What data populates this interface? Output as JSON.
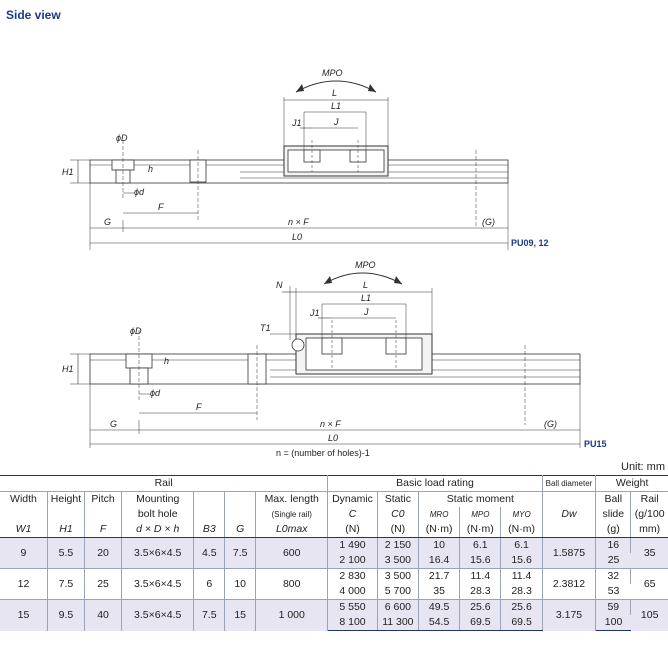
{
  "title": "Side view",
  "diagram1": {
    "tag": "PU09, 12",
    "labels": {
      "mpo": "MPO",
      "L": "L",
      "L1": "L1",
      "J1": "J1",
      "J": "J",
      "phiD": "ϕD",
      "h": "h",
      "H1": "H1",
      "phid": "ϕd",
      "F": "F",
      "G": "G",
      "nxF": "n × F",
      "G_paren": "(G)",
      "L0": "L0"
    }
  },
  "diagram2": {
    "tag": "PU15",
    "labels": {
      "mpo": "MPO",
      "N": "N",
      "L": "L",
      "L1": "L1",
      "J1": "J1",
      "J": "J",
      "T1": "T1",
      "phiD": "ϕD",
      "h": "h",
      "H1": "H1",
      "phid": "ϕd",
      "F": "F",
      "G": "G",
      "nxF": "n × F",
      "G_paren": "(G)",
      "L0": "L0",
      "note": "n = (number of holes)-1"
    }
  },
  "unit_note": "Unit: mm",
  "table": {
    "group_headers": {
      "rail": "Rail",
      "load": "Basic load rating",
      "ball_dia": "Ball diameter",
      "weight": "Weight"
    },
    "col_headers": {
      "width": "Width",
      "height": "Height",
      "pitch": "Pitch",
      "mount1": "Mounting",
      "mount2": "bolt hole",
      "maxlen": "Max. length",
      "single": "(Single rail)",
      "dynamic": "Dynamic",
      "static": "Static",
      "static_moment": "Static moment",
      "ball": "Ball",
      "ball2": "slide",
      "rail": "Rail",
      "rail2": "(g/100",
      "rail3": "mm)"
    },
    "sym_headers": {
      "W1": "W1",
      "H1": "H1",
      "F": "F",
      "dDh": "d × D × h",
      "B3": "B3",
      "G": "G",
      "L0max": "L0max",
      "C": "C",
      "C0": "C0",
      "MRO": "MRO",
      "MPO": "MPO",
      "MYO": "MYO",
      "Dw": "Dw"
    },
    "unit_headers": {
      "C": "(N)",
      "C0": "(N)",
      "MRO": "(N·m)",
      "MPO": "(N·m)",
      "MYO": "(N·m)",
      "ball": "(g)",
      "rail": "mm)"
    },
    "rows": [
      {
        "W1": "9",
        "H1": "5.5",
        "F": "20",
        "dDh": "3.5×6×4.5",
        "B3": "4.5",
        "G": "7.5",
        "L0max": "600",
        "sub": [
          {
            "C": "1 490",
            "C0": "2 150",
            "MRO": "10",
            "MPO": "6.1",
            "MYO": "6.1",
            "ball": "16"
          },
          {
            "C": "2 100",
            "C0": "3 500",
            "MRO": "16.4",
            "MPO": "15.6",
            "MYO": "15.6",
            "ball": "25"
          }
        ],
        "Dw": "1.5875",
        "rail": "35"
      },
      {
        "W1": "12",
        "H1": "7.5",
        "F": "25",
        "dDh": "3.5×6×4.5",
        "B3": "6",
        "G": "10",
        "L0max": "800",
        "sub": [
          {
            "C": "2 830",
            "C0": "3 500",
            "MRO": "21.7",
            "MPO": "11.4",
            "MYO": "11.4",
            "ball": "32"
          },
          {
            "C": "4 000",
            "C0": "5 700",
            "MRO": "35",
            "MPO": "28.3",
            "MYO": "28.3",
            "ball": "53"
          }
        ],
        "Dw": "2.3812",
        "rail": "65"
      },
      {
        "W1": "15",
        "H1": "9.5",
        "F": "40",
        "dDh": "3.5×6×4.5",
        "B3": "7.5",
        "G": "15",
        "L0max": "1 000",
        "sub": [
          {
            "C": "5 550",
            "C0": "6 600",
            "MRO": "49.5",
            "MPO": "25.6",
            "MYO": "25.6",
            "ball": "59"
          },
          {
            "C": "8 100",
            "C0": "11 300",
            "MRO": "54.5",
            "MPO": "69.5",
            "MYO": "69.5",
            "ball": "100"
          }
        ],
        "Dw": "3.175",
        "rail": "105"
      }
    ]
  }
}
